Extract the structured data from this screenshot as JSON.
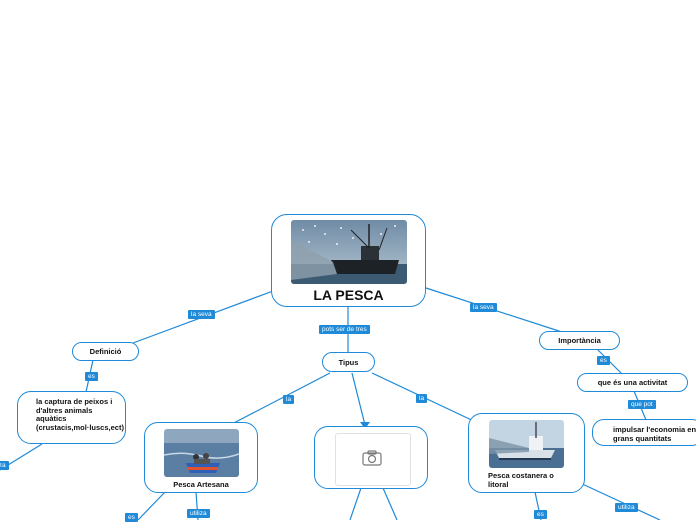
{
  "root": {
    "title": "LA PESCA"
  },
  "edge_labels": {
    "la_seva_left": "la seva",
    "la_seva_right": "la seva",
    "pots_ser": "pots ser de tres",
    "la_left": "la",
    "la_right": "la",
    "es_def": "es",
    "es_imp": "es",
    "que_pot": "que pot",
    "utiliza_left": "utiliza",
    "utiliza_artesana": "utiliza",
    "es_artesana": "es",
    "es_costanera": "es",
    "utiliza_costanera": "utiliza"
  },
  "nodes": {
    "definicio": "Definició",
    "definicio_text": "la captura de peixos i d'altres animals aquàtics (crustacis,mol·luscs,ect)",
    "tipus": "Tipus",
    "importancia": "Importància",
    "activitat": "que és una activitat",
    "impulsar": "impulsar l'economia en grans quantitats",
    "artesana": "Pesca Artesana",
    "costanera": "Pesca costanera o litoral"
  },
  "icons": {
    "placeholder": "camera-icon"
  },
  "colors": {
    "accent": "#1f8ad8",
    "line": "#1f8ad8"
  }
}
